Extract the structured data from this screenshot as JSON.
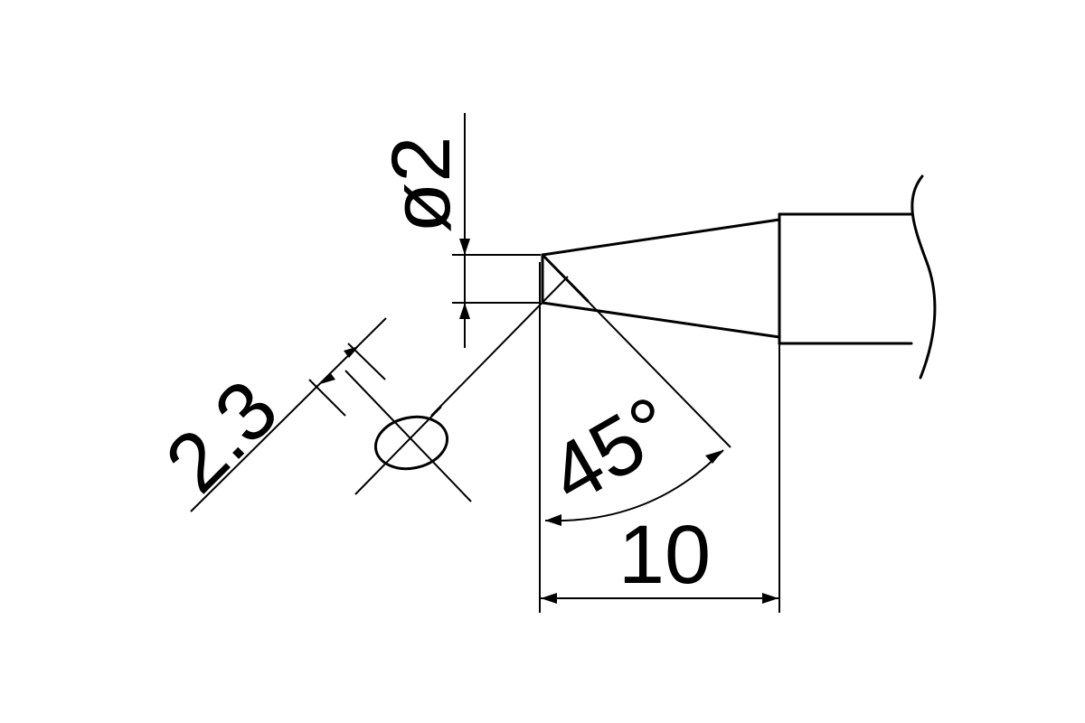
{
  "dimensions": {
    "diameter_label": "ø2",
    "bevel_label": "2.3",
    "angle_label": "45°",
    "length_label": "10"
  }
}
